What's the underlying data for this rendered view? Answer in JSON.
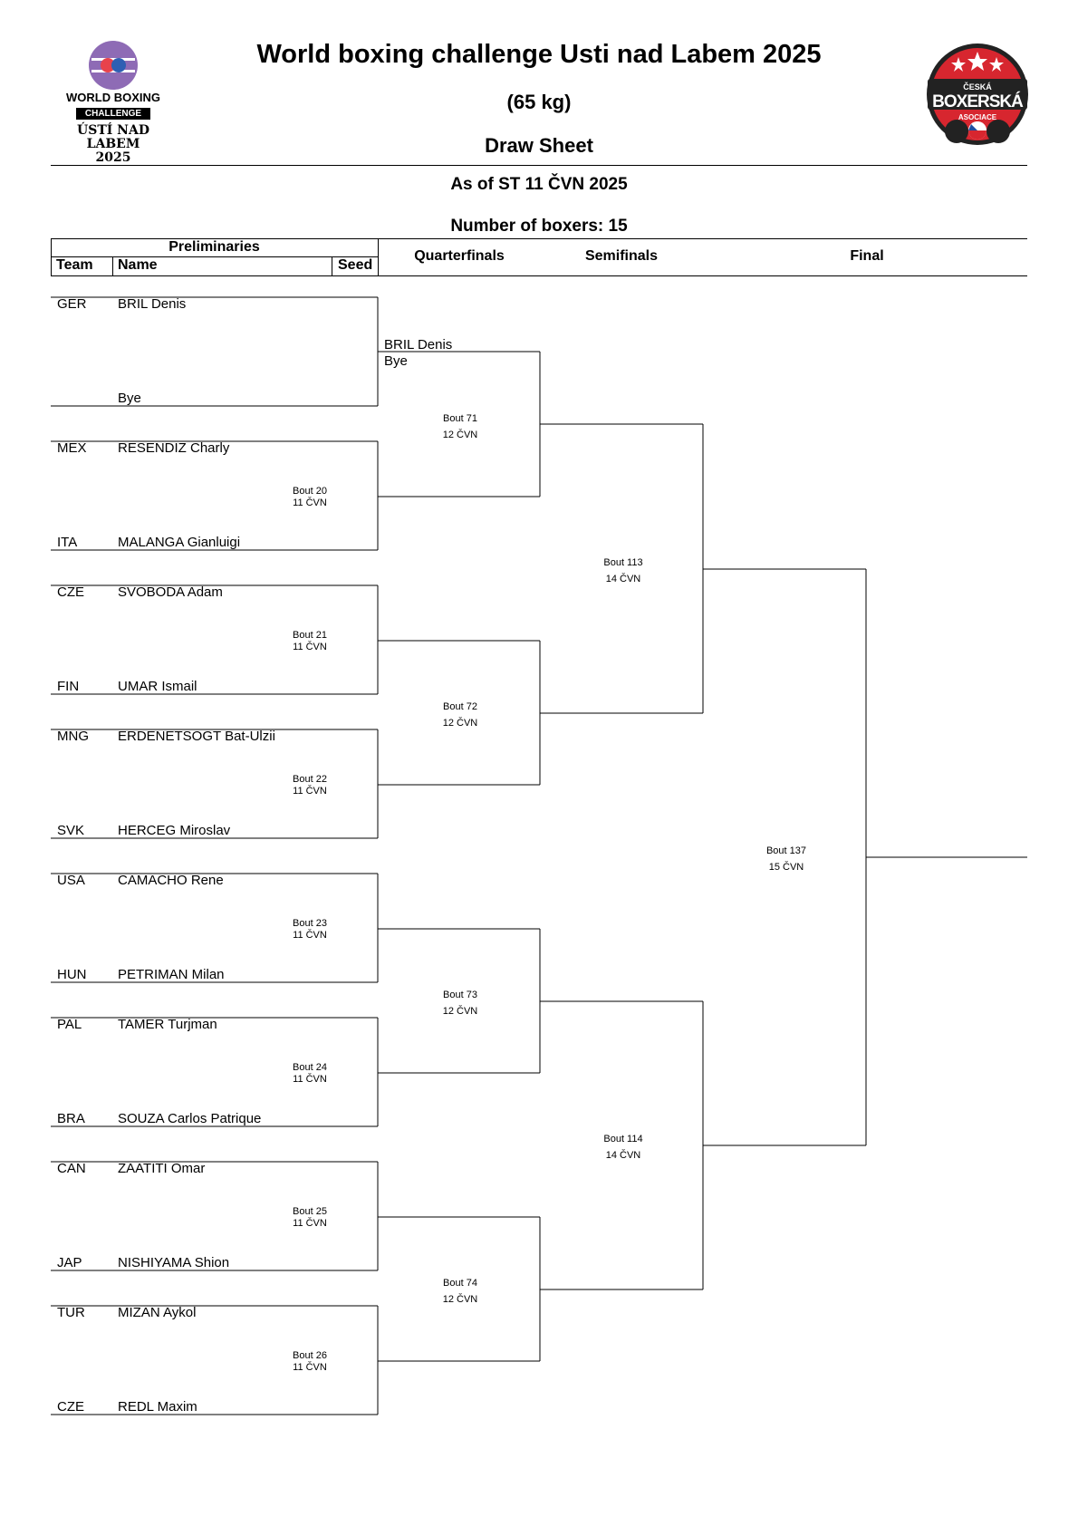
{
  "header": {
    "title": "World boxing challenge Usti nad Labem 2025",
    "weight": "(65 kg)",
    "subtitle": "Draw Sheet",
    "as_of": "As of ST 11 ČVN 2025",
    "boxers": "Number of boxers: 15"
  },
  "logos": {
    "left": {
      "line1": "WORLD BOXING",
      "line2": "CHALLENGE",
      "line3": "ÚSTÍ NAD LABEM",
      "line4": "2025",
      "color": "#8e6bb5"
    },
    "right": {
      "line1": "ČESKÁ",
      "line2": "BOXERSKÁ",
      "line3": "ASOCIACE",
      "color": "#d7262f"
    }
  },
  "columns": {
    "preliminaries": "Preliminaries",
    "team": "Team",
    "name": "Name",
    "seed": "Seed",
    "quarterfinals": "Quarterfinals",
    "semifinals": "Semifinals",
    "final": "Final"
  },
  "entrants": [
    {
      "team": "GER",
      "name": "BRIL Denis"
    },
    {
      "team": "",
      "name": "Bye"
    },
    {
      "team": "MEX",
      "name": "RESENDIZ Charly"
    },
    {
      "team": "ITA",
      "name": "MALANGA Gianluigi"
    },
    {
      "team": "CZE",
      "name": "SVOBODA Adam"
    },
    {
      "team": "FIN",
      "name": "UMAR Ismail"
    },
    {
      "team": "MNG",
      "name": "ERDENETSOGT Bat-Ulzii"
    },
    {
      "team": "SVK",
      "name": "HERCEG Miroslav"
    },
    {
      "team": "USA",
      "name": "CAMACHO Rene"
    },
    {
      "team": "HUN",
      "name": "PETRIMAN Milan"
    },
    {
      "team": "PAL",
      "name": "TAMER Turjman"
    },
    {
      "team": "BRA",
      "name": "SOUZA Carlos Patrique"
    },
    {
      "team": "CAN",
      "name": "ZAATITI Omar"
    },
    {
      "team": "JAP",
      "name": "NISHIYAMA Shion"
    },
    {
      "team": "TUR",
      "name": "MIZAN Aykol"
    },
    {
      "team": "CZE",
      "name": "REDL Maxim"
    }
  ],
  "prelim_bouts": [
    {
      "bout": "Bout 20",
      "date": "11 ČVN"
    },
    {
      "bout": "Bout 21",
      "date": "11 ČVN"
    },
    {
      "bout": "Bout 22",
      "date": "11 ČVN"
    },
    {
      "bout": "Bout 23",
      "date": "11 ČVN"
    },
    {
      "bout": "Bout 24",
      "date": "11 ČVN"
    },
    {
      "bout": "Bout 25",
      "date": "11 ČVN"
    },
    {
      "bout": "Bout 26",
      "date": "11 ČVN"
    }
  ],
  "qf_advanced": {
    "name": "BRIL Denis",
    "note": "Bye"
  },
  "qf_bouts": [
    {
      "bout": "Bout 71",
      "date": "12 ČVN"
    },
    {
      "bout": "Bout 72",
      "date": "12 ČVN"
    },
    {
      "bout": "Bout 73",
      "date": "12 ČVN"
    },
    {
      "bout": "Bout 74",
      "date": "12 ČVN"
    }
  ],
  "sf_bouts": [
    {
      "bout": "Bout 113",
      "date": "14 ČVN"
    },
    {
      "bout": "Bout 114",
      "date": "14 ČVN"
    }
  ],
  "final_bout": {
    "bout": "Bout 137",
    "date": "15 ČVN"
  }
}
